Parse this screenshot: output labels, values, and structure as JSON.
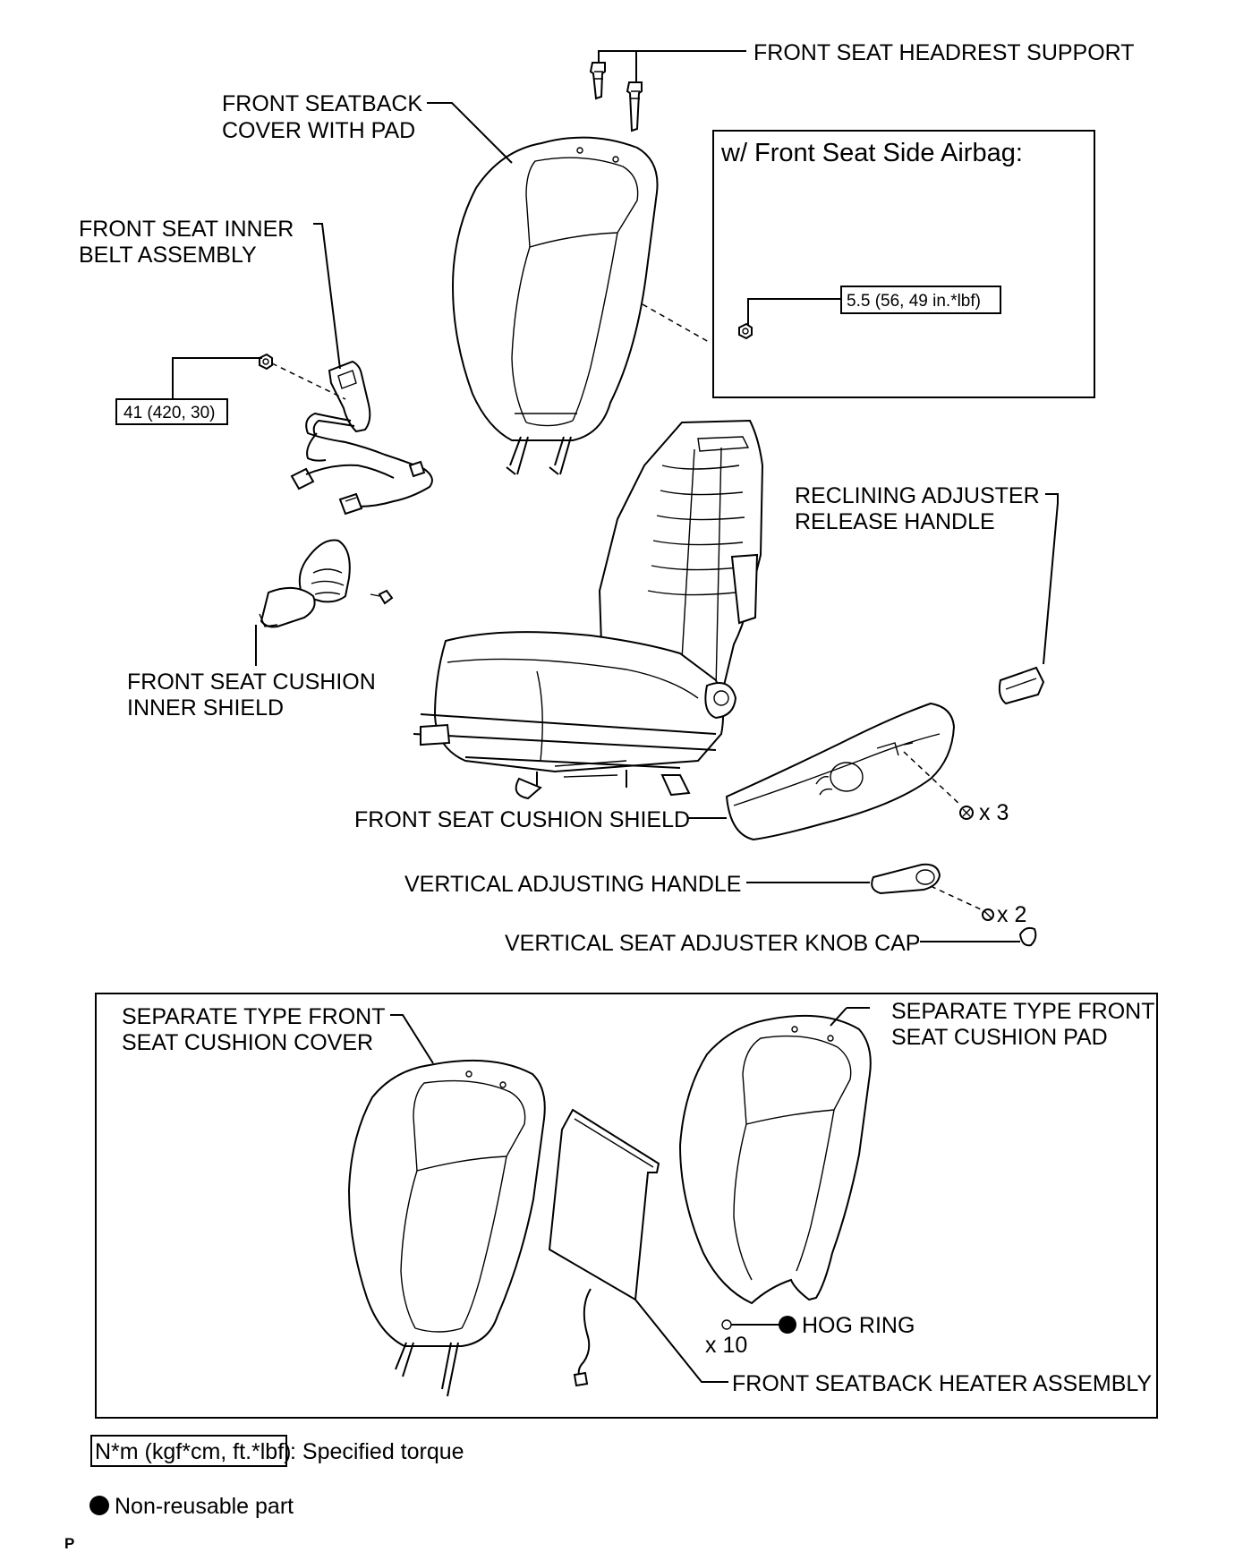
{
  "labels": {
    "headrest_support": "FRONT SEAT HEADREST SUPPORT",
    "seatback_cover_line1": "FRONT SEATBACK",
    "seatback_cover_line2": "COVER WITH PAD",
    "inner_belt_line1": "FRONT SEAT INNER",
    "inner_belt_line2": "BELT ASSEMBLY",
    "airbag_title": "w/ Front Seat Side Airbag:",
    "reclining_line1": "RECLINING ADJUSTER",
    "reclining_line2": "RELEASE HANDLE",
    "inner_shield_line1": "FRONT SEAT CUSHION",
    "inner_shield_line2": "INNER SHIELD",
    "cushion_shield": "FRONT SEAT CUSHION SHIELD",
    "vertical_handle": "VERTICAL ADJUSTING HANDLE",
    "knob_cap": "VERTICAL SEAT ADJUSTER KNOB CAP",
    "cushion_cover_line1": "SEPARATE TYPE FRONT",
    "cushion_cover_line2": "SEAT CUSHION COVER",
    "cushion_pad_line1": "SEPARATE TYPE FRONT",
    "cushion_pad_line2": "SEAT CUSHION PAD",
    "hog_ring": "HOG RING",
    "heater_assembly": "FRONT SEATBACK HEATER ASSEMBLY"
  },
  "torques": {
    "airbag_nut": "5.5 (56, 49 in.*lbf)",
    "belt_bolt": "41 (420, 30)"
  },
  "quantities": {
    "shield_screws": "x 3",
    "handle_screws": "x 2",
    "hog_rings": "x 10"
  },
  "legend": {
    "torque_unit": "N*m (kgf*cm, ft.*lbf)",
    "torque_desc": ": Specified torque",
    "nonreusable": "Non-reusable part"
  },
  "corner_mark": "P"
}
